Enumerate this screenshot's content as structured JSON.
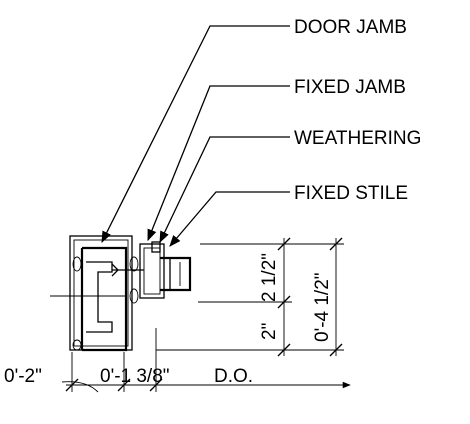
{
  "callouts": {
    "door_jamb": "DOOR JAMB",
    "fixed_jamb": "FIXED JAMB",
    "weathering": "WEATHERING",
    "fixed_stile": "FIXED STILE"
  },
  "dimensions": {
    "left_offset": "0'-2\"",
    "jamb_width": "0'-1 3/8\"",
    "door_opening": "D.O.",
    "depth_upper": "2 1/2\"",
    "depth_lower": "2\"",
    "depth_total": "0'-4 1/2\""
  }
}
